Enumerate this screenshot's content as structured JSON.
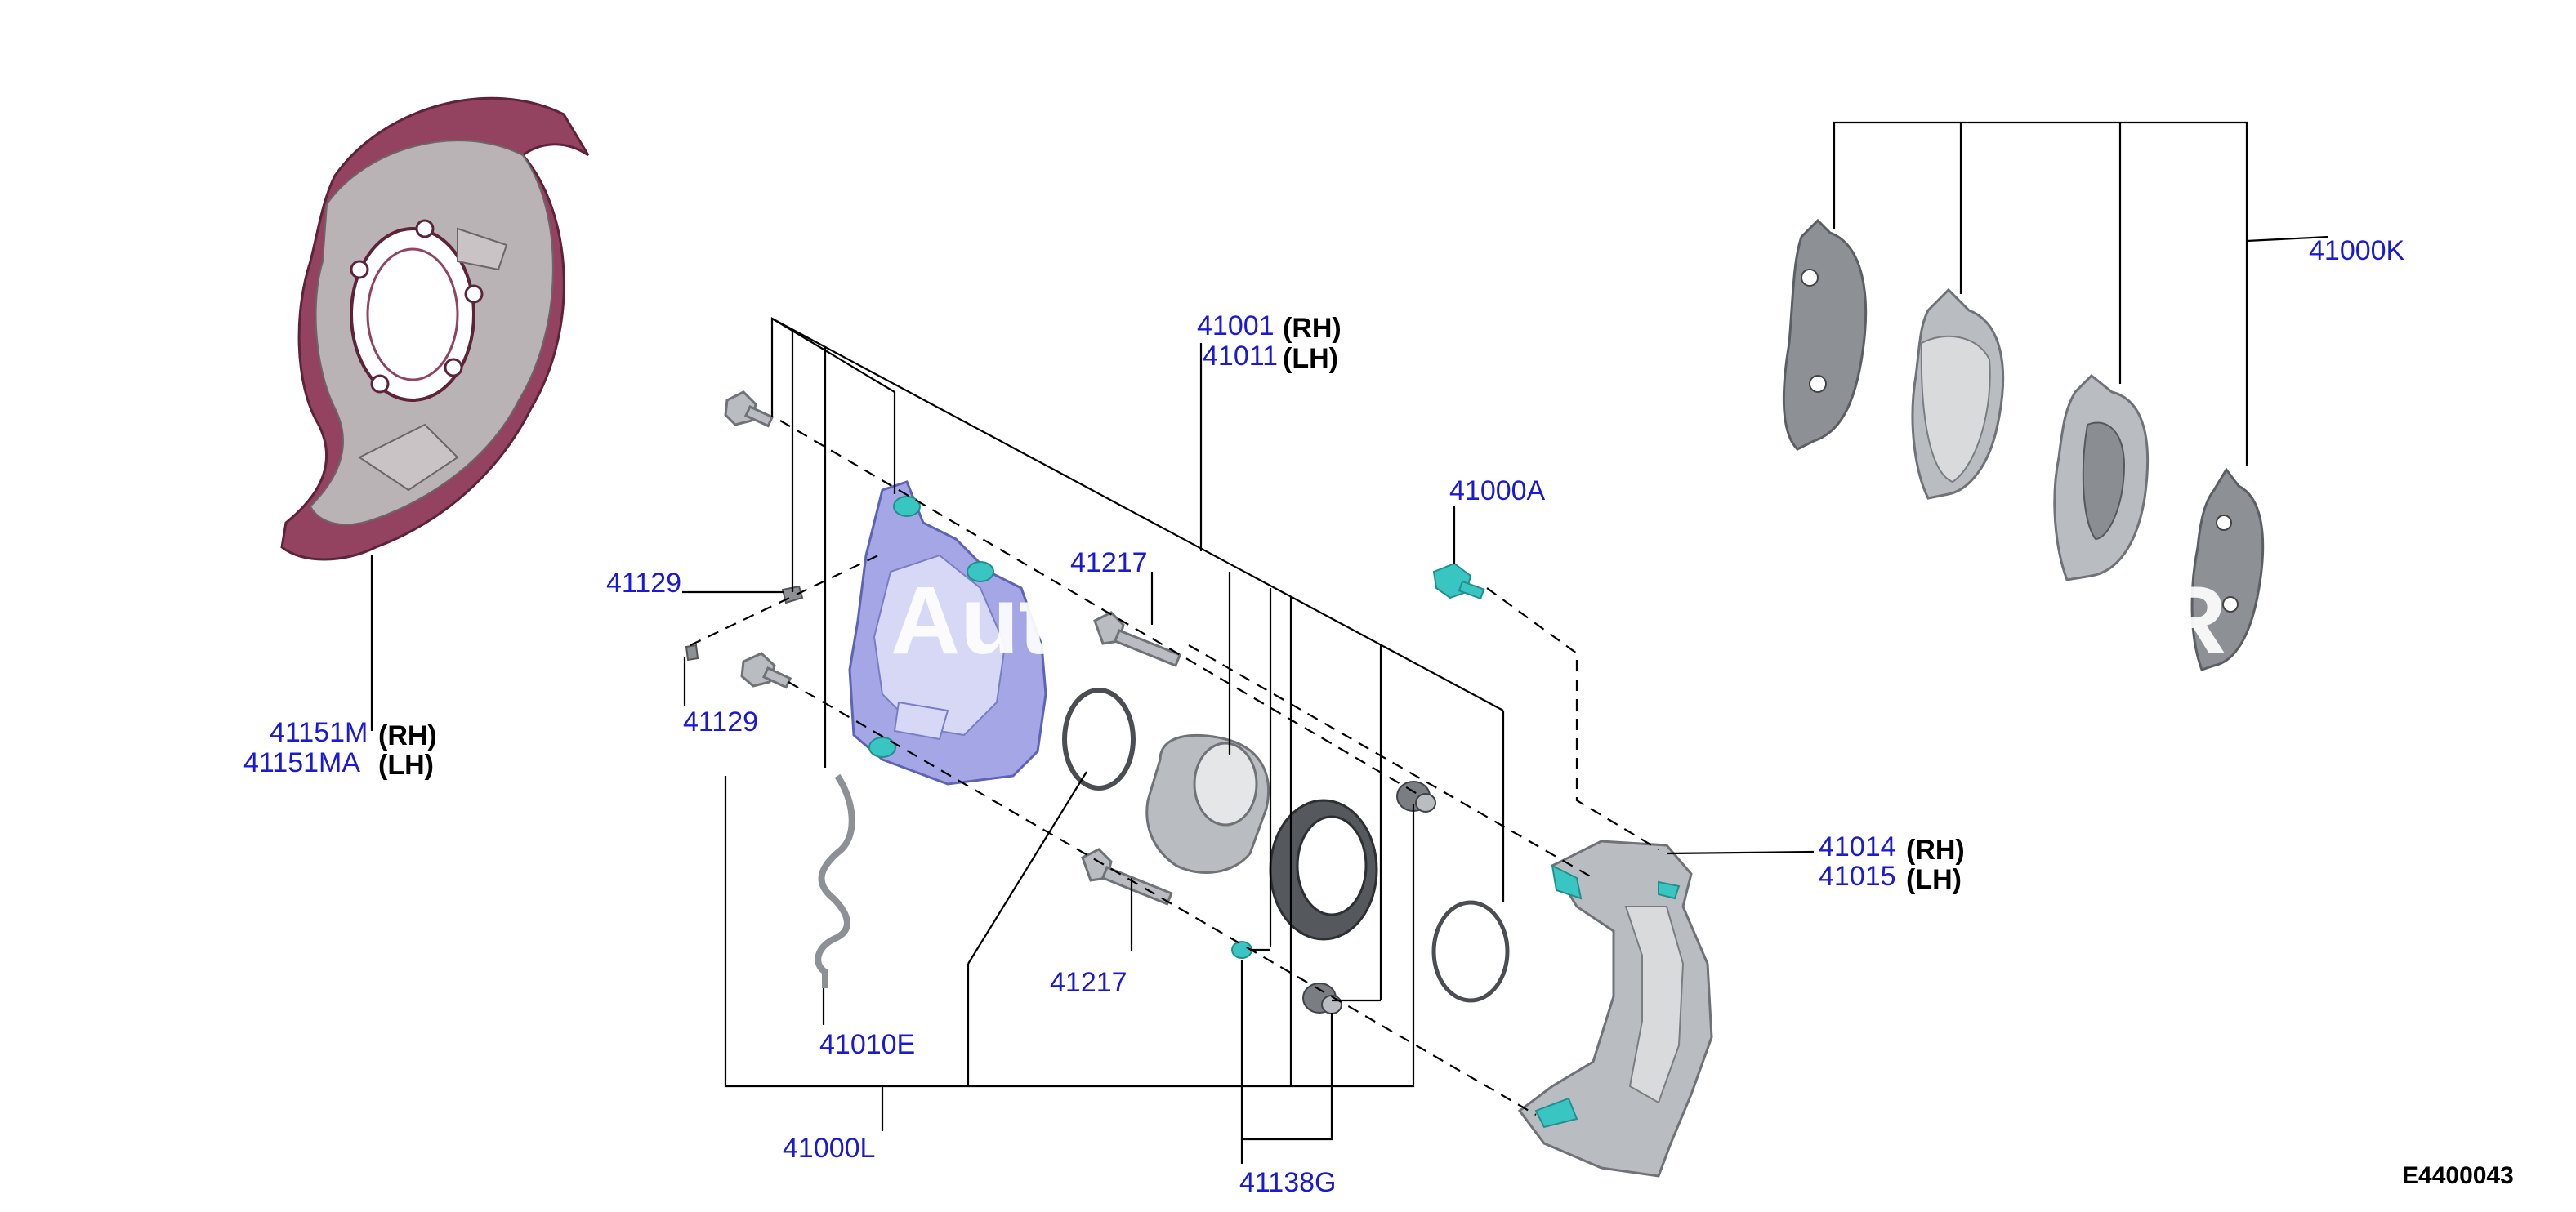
{
  "diagram": {
    "callouts": {
      "c41000K": {
        "part": "41000K"
      },
      "c41001": {
        "part": "41001",
        "side": "(RH)"
      },
      "c41011": {
        "part": "41011",
        "side": "(LH)"
      },
      "c41000A": {
        "part": "41000A"
      },
      "c41217_top": {
        "part": "41217"
      },
      "c41129_top": {
        "part": "41129"
      },
      "c41129_bottom": {
        "part": "41129"
      },
      "c41151M": {
        "part": "41151M",
        "side": "(RH)"
      },
      "c41151MA": {
        "part": "41151MA",
        "side": "(LH)"
      },
      "c41014": {
        "part": "41014",
        "side": "(RH)"
      },
      "c41015": {
        "part": "41015",
        "side": "(LH)"
      },
      "c41217_bottom": {
        "part": "41217"
      },
      "c41010E": {
        "part": "41010E"
      },
      "c41000L": {
        "part": "41000L"
      },
      "c41138G": {
        "part": "41138G"
      }
    },
    "reference_code": "E4400043",
    "watermark": "Aut",
    "watermark_right": "R",
    "colors": {
      "part_number": "#1a1ad6",
      "side_text": "#000000",
      "dust_shield": "#93425f",
      "caliper_body": "#a4a6e6",
      "bracket": "#b9bcc0",
      "highlight": "#39c6c2"
    }
  }
}
